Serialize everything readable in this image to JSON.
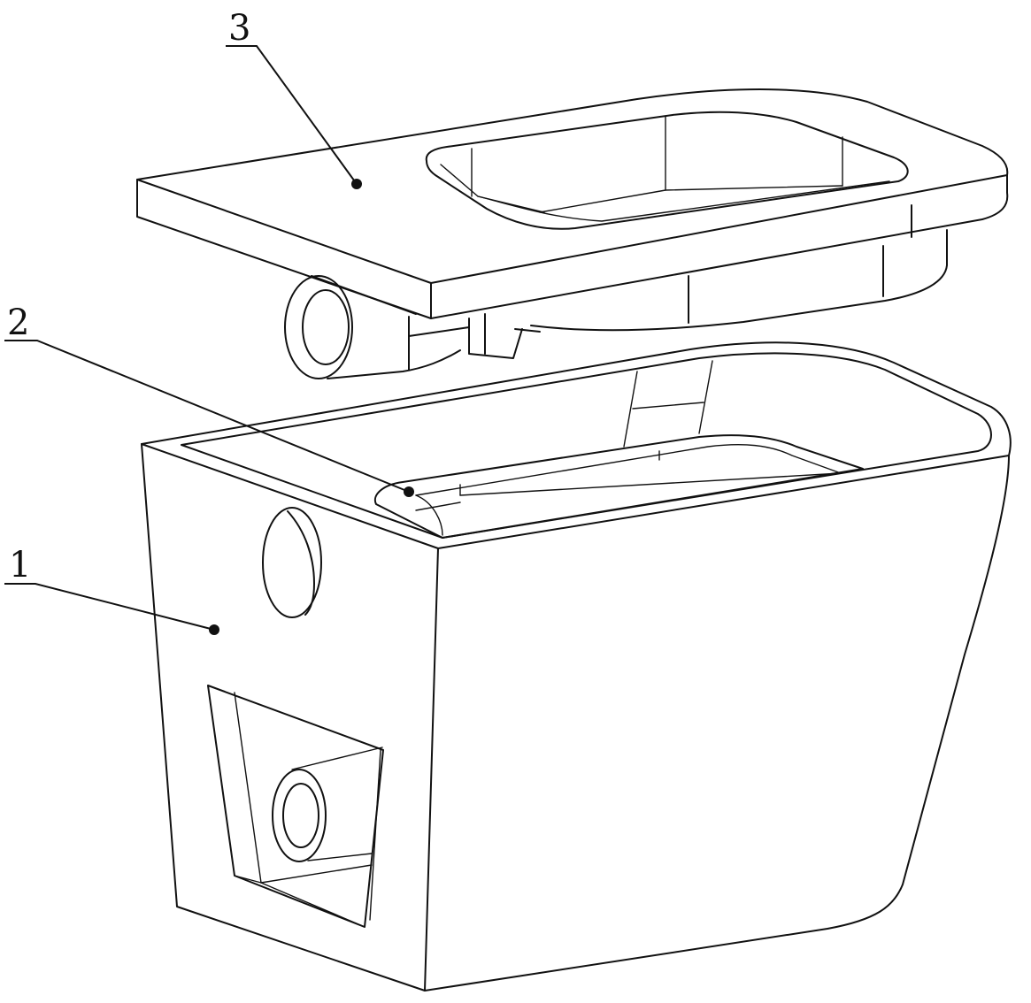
{
  "figure": {
    "callouts": [
      {
        "id": "label-1",
        "text": "1"
      },
      {
        "id": "label-2",
        "text": "2"
      },
      {
        "id": "label-3",
        "text": "3"
      }
    ]
  },
  "colors": {
    "line": "#111111",
    "background": "#ffffff"
  }
}
